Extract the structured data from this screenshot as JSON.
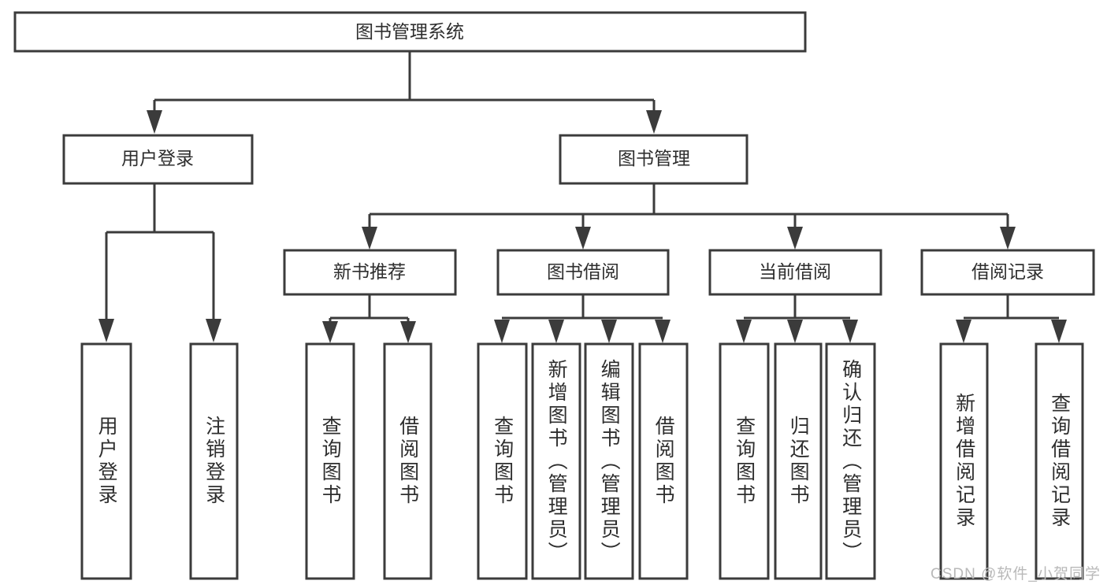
{
  "diagram": {
    "type": "tree",
    "title": "图书管理系统",
    "root": {
      "id": "root",
      "label": "图书管理系统"
    },
    "level2": [
      {
        "id": "user-login",
        "label": "用户登录"
      },
      {
        "id": "book-manage",
        "label": "图书管理"
      }
    ],
    "level3": [
      {
        "id": "new-book-recommend",
        "label": "新书推荐",
        "parent": "book-manage"
      },
      {
        "id": "book-borrow",
        "label": "图书借阅",
        "parent": "book-manage"
      },
      {
        "id": "current-borrow",
        "label": "当前借阅",
        "parent": "book-manage"
      },
      {
        "id": "borrow-record",
        "label": "借阅记录",
        "parent": "book-manage"
      }
    ],
    "leaves": [
      {
        "id": "leaf-user-login",
        "label": "用户登录",
        "parent": "user-login"
      },
      {
        "id": "leaf-logout-login",
        "label": "注销登录",
        "parent": "user-login"
      },
      {
        "id": "leaf-query-book-1",
        "label": "查询图书",
        "parent": "new-book-recommend"
      },
      {
        "id": "leaf-borrow-book-1",
        "label": "借阅图书",
        "parent": "new-book-recommend"
      },
      {
        "id": "leaf-query-book-2",
        "label": "查询图书",
        "parent": "book-borrow"
      },
      {
        "id": "leaf-add-book",
        "label": "新增图书（管理员）",
        "parent": "book-borrow"
      },
      {
        "id": "leaf-edit-book",
        "label": "编辑图书（管理员）",
        "parent": "book-borrow"
      },
      {
        "id": "leaf-borrow-book-2",
        "label": "借阅图书",
        "parent": "book-borrow"
      },
      {
        "id": "leaf-query-book-3",
        "label": "查询图书",
        "parent": "current-borrow"
      },
      {
        "id": "leaf-return-book",
        "label": "归还图书",
        "parent": "current-borrow"
      },
      {
        "id": "leaf-confirm-return",
        "label": "确认归还（管理员）",
        "parent": "current-borrow"
      },
      {
        "id": "leaf-add-record",
        "label": "新增借阅记录",
        "parent": "borrow-record"
      },
      {
        "id": "leaf-query-record",
        "label": "查询借阅记录",
        "parent": "borrow-record"
      }
    ],
    "colors": {
      "background": "#ffffff",
      "box_fill": "#ffffff",
      "box_stroke": "#3b3b3b",
      "text": "#2e2e2e",
      "watermark": "#b9b9b9"
    }
  },
  "watermark": {
    "text": "CSDN @软件_小贺同学"
  }
}
